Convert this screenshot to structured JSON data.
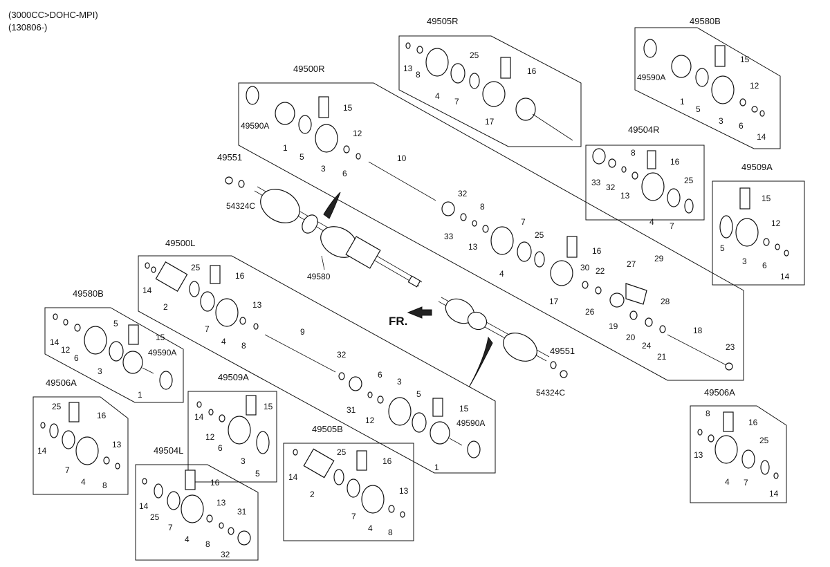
{
  "header": {
    "line1": "(3000CC>DOHC-MPI)",
    "line2": "(130806-)"
  },
  "direction_label": "FR.",
  "group_labels": {
    "g49505R": "49505R",
    "g49580B_tr": "49580B",
    "g49500R": "49500R",
    "g49504R": "49504R",
    "g49509A_r": "49509A",
    "g49500L": "49500L",
    "g49580B_l": "49580B",
    "g49506A_l": "49506A",
    "g49509A_m": "49509A",
    "g49504L": "49504L",
    "g49505B": "49505B",
    "g49506A_r": "49506A",
    "g49551_top": "49551",
    "g49551_bot": "49551"
  },
  "part_labels": {
    "p13a": "13",
    "p8a": "8",
    "p4a": "4",
    "p7a": "7",
    "p25a": "25",
    "p16a": "16",
    "p17a": "17",
    "p49590A_tr": "49590A",
    "p15_tr": "15",
    "p1_tr": "1",
    "p5_tr": "5",
    "p3_tr": "3",
    "p12_tr": "12",
    "p6_tr": "6",
    "p14_tr": "14",
    "p49590A_r": "49590A",
    "p15_r": "15",
    "p1_r": "1",
    "p5_r": "5",
    "p3_r": "3",
    "p12_r": "12",
    "p6_r": "6",
    "p10": "10",
    "p32_r": "32",
    "p8_r": "8",
    "p33_r": "33",
    "p13_r": "13",
    "p7_r": "7",
    "p25_r": "25",
    "p4_r": "4",
    "p16_r": "16",
    "p17_r": "17",
    "p30": "30",
    "p22": "22",
    "p26": "26",
    "p27": "27",
    "p29": "29",
    "p28": "28",
    "p19": "19",
    "p20": "20",
    "p24": "24",
    "p21": "21",
    "p18": "18",
    "p23": "23",
    "p33_rb": "33",
    "p32_rb": "32",
    "p13_rb": "13",
    "p8_rb": "8",
    "p16_rb": "16",
    "p4_rb": "4",
    "p7_rb": "7",
    "p25_rb": "25",
    "p15_ra": "15",
    "p5_ra": "5",
    "p12_ra": "12",
    "p3_ra": "3",
    "p6_ra": "6",
    "p14_ra": "14",
    "p54324C_top": "54324C",
    "p49580": "49580",
    "p54324C_bot": "54324C",
    "p14_L": "14",
    "p25_L": "25",
    "p16_L": "16",
    "p2_L": "2",
    "p13_L": "13",
    "p7_L": "7",
    "p4_L": "4",
    "p8_L": "8",
    "p9": "9",
    "p32_L": "32",
    "p31_L": "31",
    "p12_L": "12",
    "p6_L": "6",
    "p3_L": "3",
    "p5_L": "5",
    "p15_L": "15",
    "p49590A_L": "49590A",
    "p1_L": "1",
    "p14_lb": "14",
    "p5_lb": "5",
    "p12_lb": "12",
    "p15_lb": "15",
    "p6_lb": "6",
    "p3_lb": "3",
    "p49590A_lb": "49590A",
    "p1_lb": "1",
    "p25_la": "25",
    "p16_la": "16",
    "p14_la": "14",
    "p7_la": "7",
    "p4_la": "4",
    "p13_la": "13",
    "p8_la": "8",
    "p14_ma": "14",
    "p15_ma": "15",
    "p12_ma": "12",
    "p6_ma": "6",
    "p3_ma": "3",
    "p5_ma": "5",
    "p14_4L": "14",
    "p16_4L": "16",
    "p25_4L": "25",
    "p7_4L": "7",
    "p13_4L": "13",
    "p4_4L": "4",
    "p31_4L": "31",
    "p8_4L": "8",
    "p32_4L": "32",
    "p14_5B": "14",
    "p25_5B": "25",
    "p16_5B": "16",
    "p2_5B": "2",
    "p13_5B": "13",
    "p7_5B": "7",
    "p4_5B": "4",
    "p8_5B": "8",
    "p8_6r": "8",
    "p16_6r": "16",
    "p13_6r": "13",
    "p25_6r": "25",
    "p4_6r": "4",
    "p7_6r": "7",
    "p14_6r": "14"
  }
}
